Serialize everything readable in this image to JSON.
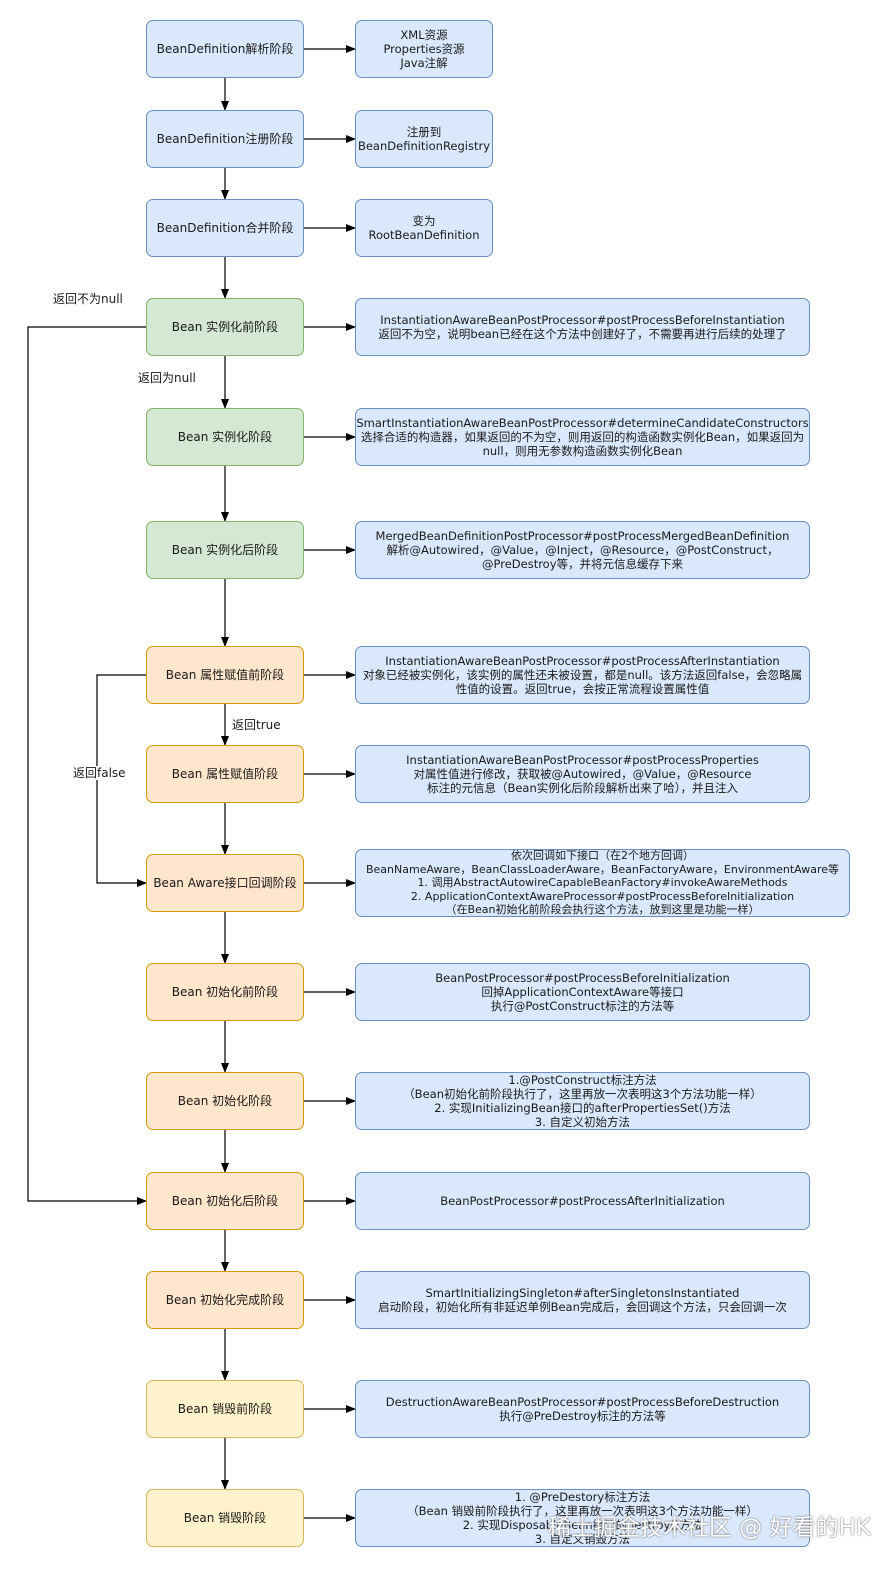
{
  "stages": [
    {
      "label": "BeanDefinition解析阶段",
      "style": "blue"
    },
    {
      "label": "BeanDefinition注册阶段",
      "style": "blue"
    },
    {
      "label": "BeanDefinition合并阶段",
      "style": "blue"
    },
    {
      "label": "Bean 实例化前阶段",
      "style": "green"
    },
    {
      "label": "Bean 实例化阶段",
      "style": "green"
    },
    {
      "label": "Bean 实例化后阶段",
      "style": "green"
    },
    {
      "label": "Bean 属性赋值前阶段",
      "style": "orange"
    },
    {
      "label": "Bean 属性赋值阶段",
      "style": "orange"
    },
    {
      "label": "Bean Aware接口回调阶段",
      "style": "orange"
    },
    {
      "label": "Bean 初始化前阶段",
      "style": "orange"
    },
    {
      "label": "Bean 初始化阶段",
      "style": "orange"
    },
    {
      "label": "Bean 初始化后阶段",
      "style": "orange"
    },
    {
      "label": "Bean 初始化完成阶段",
      "style": "orange"
    },
    {
      "label": "Bean 销毁前阶段",
      "style": "yellow"
    },
    {
      "label": "Bean 销毁阶段",
      "style": "yellow"
    }
  ],
  "details": [
    "XML资源\nProperties资源\nJava注解",
    "注册到\nBeanDefinitionRegistry",
    "变为\nRootBeanDefinition",
    "InstantiationAwareBeanPostProcessor#postProcessBeforeInstantiation\n返回不为空，说明bean已经在这个方法中创建好了，不需要再进行后续的处理了",
    "SmartInstantiationAwareBeanPostProcessor#determineCandidateConstructors\n选择合适的构造器，如果返回的不为空，则用返回的构造函数实例化Bean，如果返回为null，则用无参数构造函数实例化Bean",
    "MergedBeanDefinitionPostProcessor#postProcessMergedBeanDefinition\n解析@Autowired，@Value，@Inject，@Resource，@PostConstruct，@PreDestroy等，并将元信息缓存下来",
    "InstantiationAwareBeanPostProcessor#postProcessAfterInstantiation\n对象已经被实例化，该实例的属性还未被设置，都是null。该方法返回false，会忽略属性值的设置。返回true，会按正常流程设置属性值",
    "InstantiationAwareBeanPostProcessor#postProcessProperties\n对属性值进行修改，获取被@Autowired，@Value，@Resource\n标注的元信息（Bean实例化后阶段解析出来了哈），并且注入",
    "依次回调如下接口（在2个地方回调）\nBeanNameAware，BeanClassLoaderAware，BeanFactoryAware，EnvironmentAware等\n1. 调用AbstractAutowireCapableBeanFactory#invokeAwareMethods\n2. ApplicationContextAwareProcessor#postProcessBeforeInitialization\n（在Bean初始化前阶段会执行这个方法，放到这里是功能一样）",
    "BeanPostProcessor#postProcessBeforeInitialization\n回掉ApplicationContextAware等接口\n执行@PostConstruct标注的方法等",
    "1.@PostConstruct标注方法\n（Bean初始化前阶段执行了，这里再放一次表明这3个方法功能一样）\n2. 实现InitializingBean接口的afterPropertiesSet()方法\n3. 自定义初始方法",
    "BeanPostProcessor#postProcessAfterInitialization",
    "SmartInitializingSingleton#afterSingletonsInstantiated\n启动阶段，初始化所有非延迟单例Bean完成后，会回调这个方法，只会回调一次",
    "DestructionAwareBeanPostProcessor#postProcessBeforeDestruction\n执行@PreDestroy标注的方法等",
    "1. @PreDestory标注方法\n（Bean 销毁前阶段执行了，这里再放一次表明这3个方法功能一样）\n2. 实现DisposableBean接口的destroy()方法\n3. 自定义销毁方法"
  ],
  "edge_labels": {
    "return_not_null": "返回不为null",
    "return_null": "返回为null",
    "return_true": "返回true",
    "return_false": "返回false"
  },
  "watermark": "稀土掘金技术社区 @ 好看的HK"
}
